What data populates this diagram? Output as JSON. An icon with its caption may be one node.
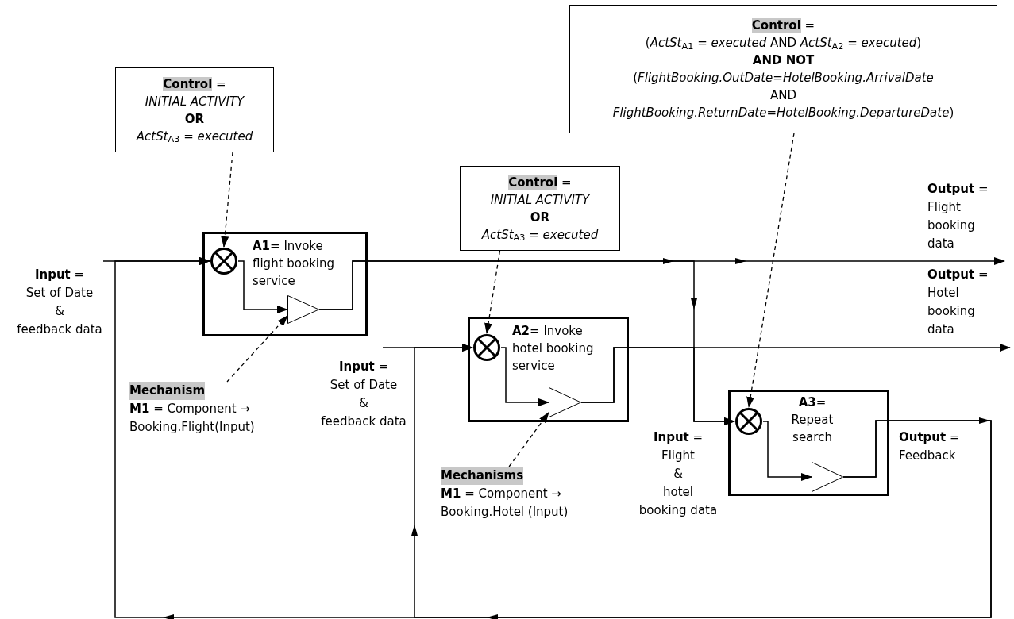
{
  "diagram": {
    "nodes": [
      {
        "text": [
          "**Control** =",
          "*INITIAL ACTIVITY*",
          "**OR**",
          "*ActSt*$_{A3}$ *= executed*"
        ]
      },
      {
        "text": [
          "**Control** =",
          "*INITIAL ACTIVITY*",
          "**OR**",
          "*ActSt*$_{A3}$ *= executed*"
        ]
      },
      {
        "text": [
          "**Control** =",
          "(*ActSt*$_{A1}$ *= executed* AND *ActSt*$_{A2}$ *= executed*)",
          "**AND NOT**",
          "(*FlightBooking.OutDate=HotelBooking.ArrivalDate*",
          "AND",
          "*FlightBooking.ReturnDate=HotelBooking.DepartureDate*)"
        ]
      },
      {
        "text": [
          "**A1**= Invoke flight booking service"
        ]
      },
      {
        "text": [],
        "shape": "circle",
        "in": 3
      },
      {
        "text": [],
        "shape": "triangle",
        "in": 3
      },
      {
        "text": [
          "**A2**= Invoke hotel booking service"
        ]
      },
      {
        "text": [],
        "shape": "circle",
        "in": 6
      },
      {
        "text": [],
        "shape": "triangle",
        "in": 6
      },
      {
        "text": [
          "**A3**= Repeat search"
        ]
      },
      {
        "text": [],
        "shape": "circle",
        "in": 9
      },
      {
        "text": [],
        "shape": "triangle",
        "in": 9
      },
      {
        "text": [
          "Mechanism",
          "**M1** = Component → Booking.Flight(Input)"
        ]
      },
      {
        "text": [
          "Mechanisms",
          "**M1** = Component → Booking.Hotel (Input)"
        ]
      }
    ],
    "edges": [
      {
        "from": 0,
        "to": 4,
        "arrow": "to",
        "style": "dashed"
      },
      {
        "from": 1,
        "to": 7,
        "arrow": "to",
        "style": "dashed"
      },
      {
        "from": 2,
        "to": 10,
        "arrow": "to",
        "style": "dashed"
      },
      {
        "from": 12,
        "to": 5,
        "arrow": "to",
        "style": "dashed"
      },
      {
        "from": 13,
        "to": 8,
        "arrow": "to",
        "style": "dashed"
      },
      {
        "from": null,
        "to": 4,
        "arrow": "to"
      },
      {
        "from": null,
        "to": 7,
        "arrow": "to"
      },
      {
        "from": 4,
        "to": 5,
        "arrow": "to"
      },
      {
        "from": 7,
        "to": 8,
        "arrow": "to"
      },
      {
        "from": 10,
        "to": 11,
        "arrow": "to"
      },
      {
        "from": 5,
        "to": null,
        "arrow": "to"
      },
      {
        "from": 8,
        "to": null,
        "arrow": "to"
      },
      {
        "from": 5,
        "to": 10,
        "arrow": "to"
      },
      {
        "from": 8,
        "to": 10,
        "arrow": "to"
      },
      {
        "from": 11,
        "to": 4,
        "arrow": "to"
      },
      {
        "from": 11,
        "to": 7,
        "arrow": "to"
      }
    ],
    "labels": [
      "**Output** =",
      "Flight booking data",
      "**Input** =",
      "Set of Date",
      "&",
      "feedback data",
      "**Output** =",
      "Hotel booking data",
      "**Input** =",
      "Set of Date",
      "&",
      "feedback data",
      "**Input** =",
      "Flight",
      "&",
      "hotel",
      "booking data",
      "**Output** =",
      "Feedback"
    ]
  }
}
